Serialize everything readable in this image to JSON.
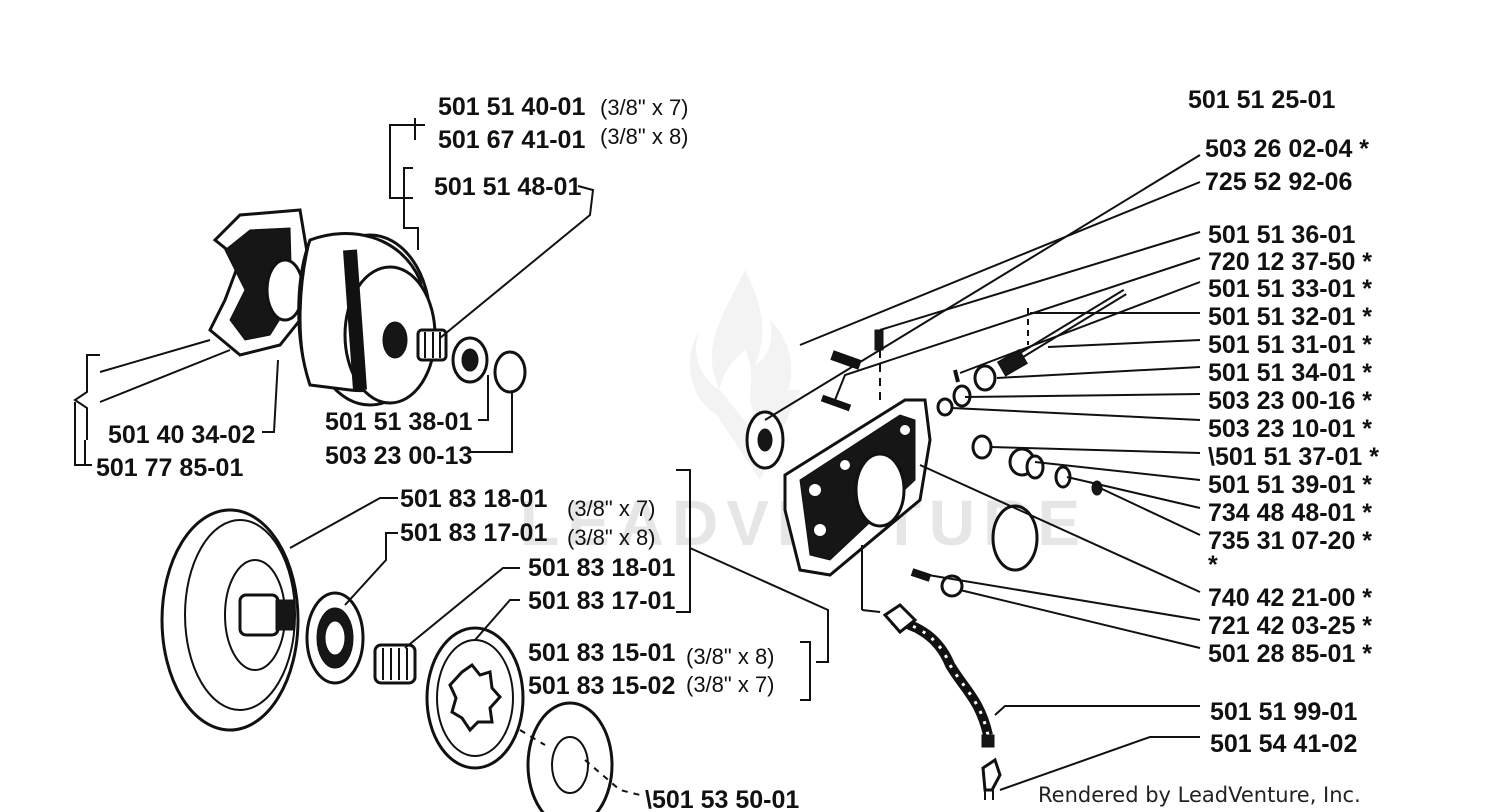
{
  "watermark": "LEADVENTURE",
  "footer": "Rendered by LeadVenture, Inc.",
  "left_top_labels": {
    "part_1": "501 51 40-01",
    "size_1": "(3/8\" x 7)",
    "part_2": "501 67 41-01",
    "size_2": "(3/8\" x 8)",
    "part_3": "501 51 48-01",
    "part_4": "501 40 34-02",
    "part_5": "501 77 85-01",
    "part_6": "501 51 38-01",
    "part_7": "503 23 00-13"
  },
  "left_bottom_labels": {
    "part_1": "501 83 18-01",
    "size_1": "(3/8\" x 7)",
    "part_2": "501 83 17-01",
    "size_2": "(3/8\" x 8)",
    "part_3": "501 83 18-01",
    "part_4": "501 83 17-01",
    "part_5": "501 83 15-01",
    "size_5": "(3/8\" x 8)",
    "part_6": "501 83 15-02",
    "size_6": "(3/8\" x 7)",
    "part_7": "\\501 53 50-01"
  },
  "right_labels": {
    "header": "501 51 25-01",
    "items": [
      "503 26 02-04 *",
      "725 52 92-06",
      "501 51 36-01",
      "720 12 37-50 *",
      "501 51 33-01 *",
      "501 51 32-01 *",
      "501 51 31-01 *",
      "501 51 34-01 *",
      "503 23 00-16 *",
      "503 23 10-01 *",
      "\\501 51 37-01 *",
      "501 51 39-01 *",
      "734 48 48-01 *",
      "735 31 07-20 *",
      "*",
      "740 42 21-00 *",
      "721 42 03-25 *",
      "501 28 85-01 *"
    ],
    "bottom_1": "501 51 99-01",
    "bottom_2": "501 54 41-02"
  }
}
